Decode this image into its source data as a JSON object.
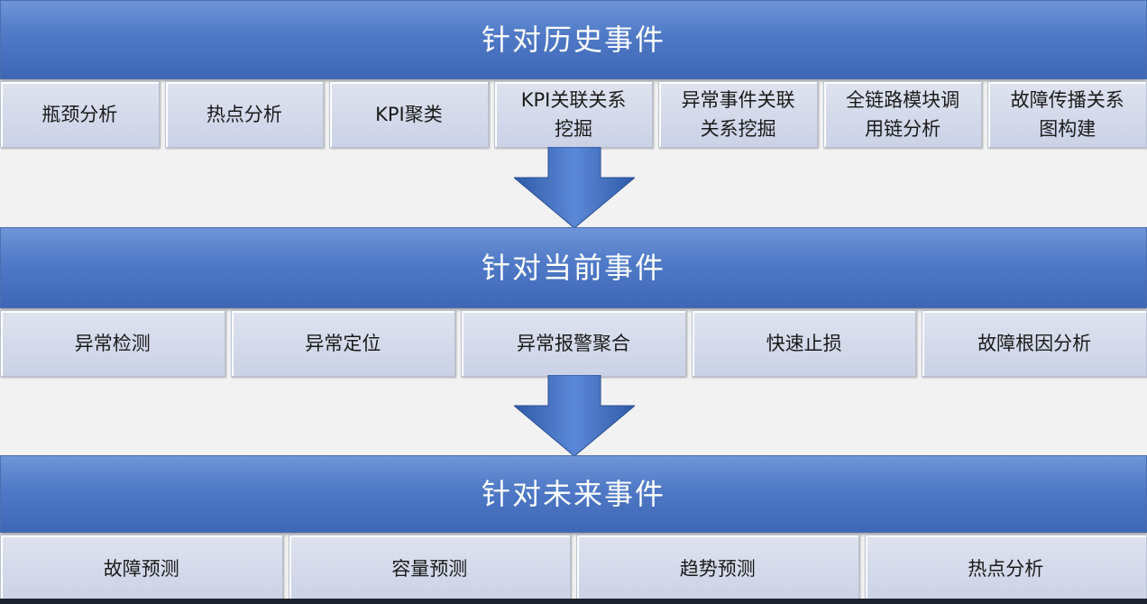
{
  "sections": [
    {
      "title": "针对历史事件",
      "items": [
        "瓶颈分析",
        "热点分析",
        "KPI聚类",
        "KPI关联关系\n挖掘",
        "异常事件关联\n关系挖掘",
        "全链路模块调\n用链分析",
        "故障传播关系\n图构建"
      ]
    },
    {
      "title": "针对当前事件",
      "items": [
        "异常检测",
        "异常定位",
        "异常报警聚合",
        "快速止损",
        "故障根因分析"
      ]
    },
    {
      "title": "针对未来事件",
      "items": [
        "故障预测",
        "容量预测",
        "趋势预测",
        "热点分析"
      ]
    }
  ],
  "colors": {
    "banner": "#4f79c6",
    "cell": "#d6dbeb",
    "arrow": "#3a68c0",
    "background": "#f2f2f2"
  }
}
